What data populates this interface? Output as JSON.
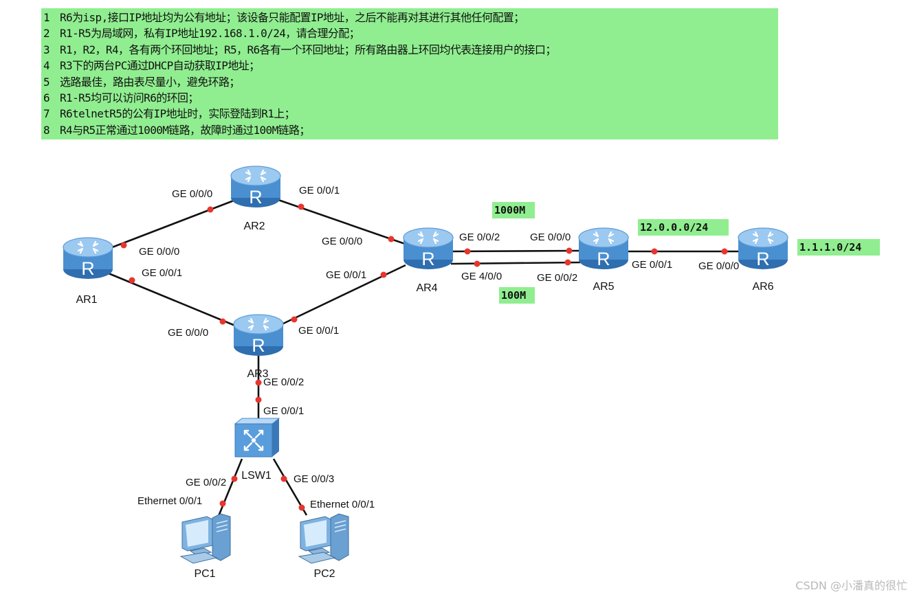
{
  "requirements": [
    {
      "num": "1",
      "text": "R6为isp,接口IP地址均为公有地址；该设备只能配置IP地址，之后不能再对其进行其他任何配置；"
    },
    {
      "num": "2",
      "text": "R1-R5为局域网，私有IP地址192.168.1.0/24，请合理分配；"
    },
    {
      "num": "3",
      "text": "R1，R2，R4，各有两个环回地址；R5，R6各有一个环回地址；所有路由器上环回均代表连接用户的接口；"
    },
    {
      "num": "4",
      "text": "R3下的两台PC通过DHCP自动获取IP地址；"
    },
    {
      "num": "5",
      "text": "选路最佳，路由表尽量小，避免环路；"
    },
    {
      "num": "6",
      "text": "R1-R5均可以访问R6的环回；"
    },
    {
      "num": "7",
      "text": "R6telnetR5的公有IP地址时，实际登陆到R1上；"
    },
    {
      "num": "8",
      "text": "R4与R5正常通过1000M链路，故障时通过100M链路；"
    }
  ],
  "devices": {
    "ar1": "AR1",
    "ar2": "AR2",
    "ar3": "AR3",
    "ar4": "AR4",
    "ar5": "AR5",
    "ar6": "AR6",
    "lsw1": "LSW1",
    "pc1": "PC1",
    "pc2": "PC2"
  },
  "router_glyph": "R",
  "ports": {
    "ar2_to_ar1": "GE 0/0/0",
    "ar2_to_ar4": "GE 0/0/1",
    "ar1_to_ar2": "GE 0/0/0",
    "ar1_to_ar3": "GE 0/0/1",
    "ar4_to_ar2": "GE 0/0/0",
    "ar4_to_ar3": "GE 0/0/1",
    "ar4_to_ar5_1000": "GE 0/0/2",
    "ar4_to_ar5_100": "GE 4/0/0",
    "ar5_to_ar4_1000": "GE 0/0/0",
    "ar5_to_ar4_100": "GE 0/0/2",
    "ar5_to_ar6": "GE 0/0/1",
    "ar6_to_ar5": "GE 0/0/0",
    "ar3_to_ar1": "GE 0/0/0",
    "ar3_to_ar4": "GE 0/0/1",
    "ar3_to_lsw1": "GE 0/0/2",
    "lsw1_to_ar3": "GE 0/0/1",
    "lsw1_to_pc1": "GE 0/0/2",
    "lsw1_to_pc2": "GE 0/0/3",
    "pc1_eth": "Ethernet 0/0/1",
    "pc2_eth": "Ethernet 0/0/1"
  },
  "network_tags": {
    "link_1000": "1000M",
    "link_100": "100M",
    "public_net": "12.0.0.0/24",
    "isp_loopback": "1.1.1.0/24"
  },
  "colors": {
    "requirements_bg": "#90ee90",
    "router_body": "#4a8fd0",
    "router_top": "#9cc9f0",
    "link_line": "#111111",
    "port_dot": "#e8352f",
    "tag_bg": "#90ee90"
  },
  "watermark": "CSDN @小潘真的很忙"
}
